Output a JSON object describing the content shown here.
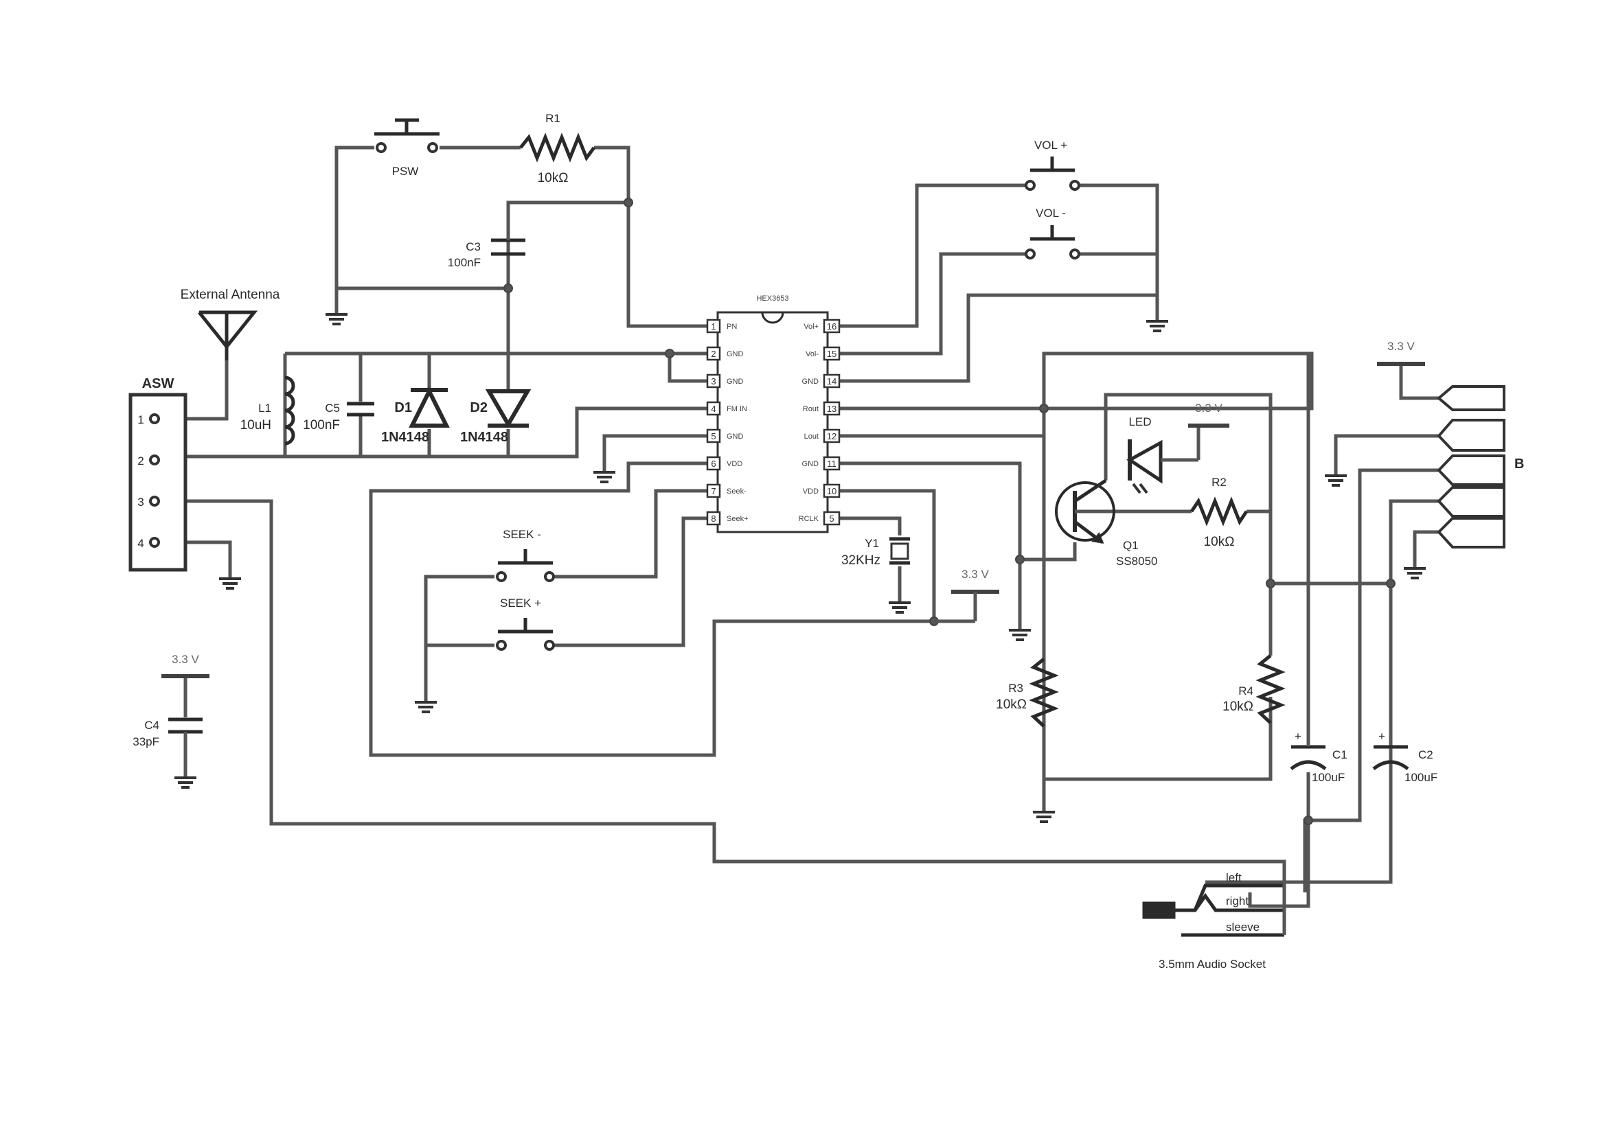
{
  "ic": {
    "name": "HEX3653",
    "left_pins": [
      {
        "num": "1",
        "label": "PN"
      },
      {
        "num": "2",
        "label": "GND"
      },
      {
        "num": "3",
        "label": "GND"
      },
      {
        "num": "4",
        "label": "FM IN"
      },
      {
        "num": "5",
        "label": "GND"
      },
      {
        "num": "6",
        "label": "VDD"
      },
      {
        "num": "7",
        "label": "Seek-"
      },
      {
        "num": "8",
        "label": "Seek+"
      }
    ],
    "right_pins": [
      {
        "num": "16",
        "label": "Vol+"
      },
      {
        "num": "15",
        "label": "Vol-"
      },
      {
        "num": "14",
        "label": "GND"
      },
      {
        "num": "13",
        "label": "Rout"
      },
      {
        "num": "12",
        "label": "Lout"
      },
      {
        "num": "11",
        "label": "GND"
      },
      {
        "num": "10",
        "label": "VDD"
      },
      {
        "num": "5",
        "label": "RCLK"
      }
    ]
  },
  "components": {
    "psw": "PSW",
    "r1": {
      "name": "R1",
      "value": "10kΩ"
    },
    "c3": {
      "name": "C3",
      "value": "100nF"
    },
    "antenna": "External Antenna",
    "asw": {
      "name": "ASW",
      "pins": [
        "1",
        "2",
        "3",
        "4"
      ]
    },
    "l1": {
      "name": "L1",
      "value": "10uH"
    },
    "c5": {
      "name": "C5",
      "value": "100nF"
    },
    "d1": {
      "name": "D1",
      "value": "1N4148"
    },
    "d2": {
      "name": "D2",
      "value": "1N4148"
    },
    "vol_plus": "VOL +",
    "vol_minus": "VOL -",
    "seek_minus": "SEEK -",
    "seek_plus": "SEEK +",
    "y1": {
      "name": "Y1",
      "value": "32KHz"
    },
    "c4": {
      "name": "C4",
      "value": "33pF"
    },
    "led": "LED",
    "q1": {
      "name": "Q1",
      "value": "SS8050"
    },
    "r2": {
      "name": "R2",
      "value": "10kΩ"
    },
    "r3": {
      "name": "R3",
      "value": "10kΩ"
    },
    "r4": {
      "name": "R4",
      "value": "10kΩ"
    },
    "c1": {
      "name": "C1",
      "value": "100uF"
    },
    "c2": {
      "name": "C2",
      "value": "100uF"
    },
    "connector_b": "B",
    "audio": {
      "left": "left",
      "right": "right",
      "sleeve": "sleeve",
      "caption": "3.5mm Audio Socket"
    }
  },
  "rails": {
    "v33": "3.3 V"
  },
  "polarity": {
    "plus": "+"
  }
}
